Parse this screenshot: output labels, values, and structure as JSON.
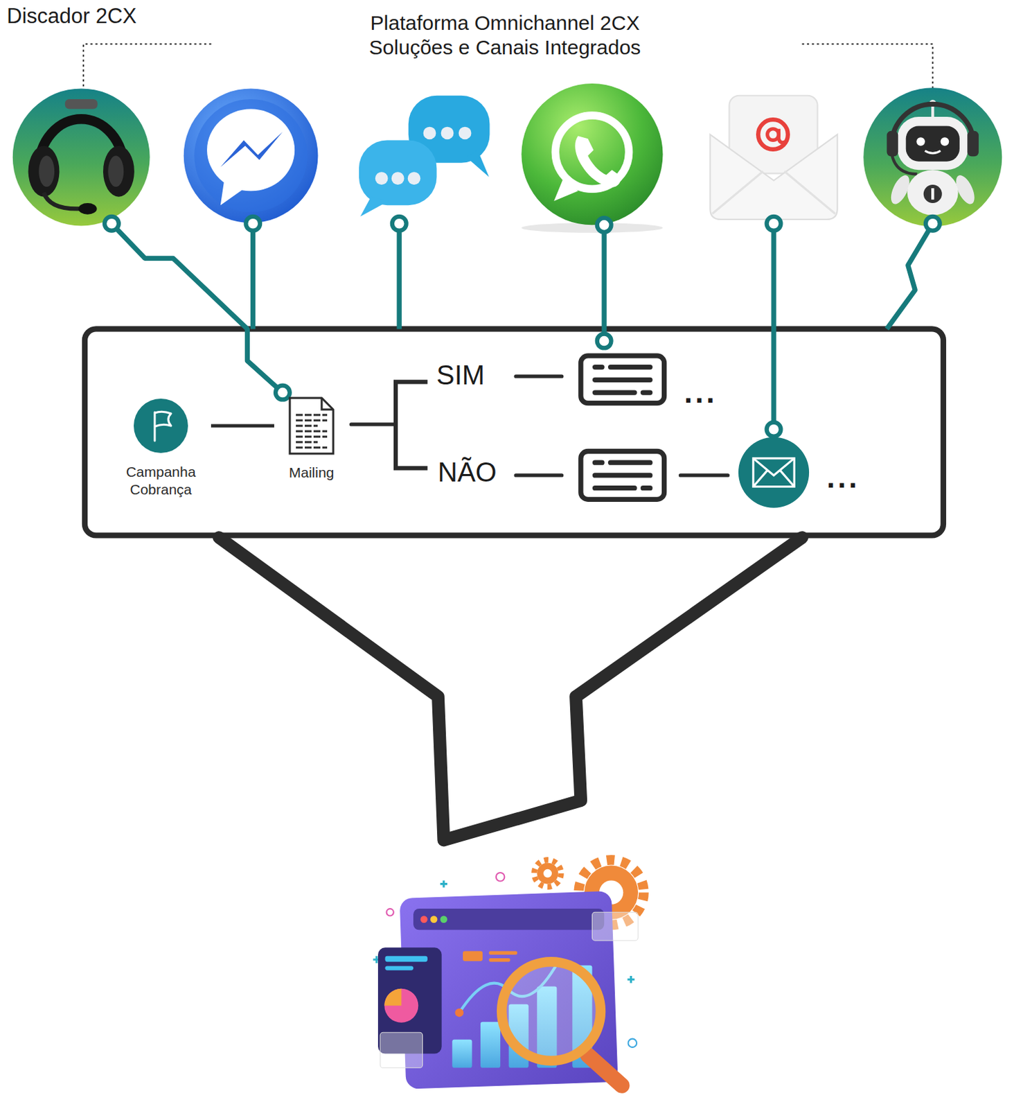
{
  "diagram": {
    "title": "Plataforma Omnichannel 2CX Soluções e Canais Integrados",
    "nodes": [
      {
        "text": [
          "Campanha Cobrança"
        ]
      },
      {
        "text": [
          "Mailing"
        ]
      }
    ],
    "edges": [
      {
        "from": 0,
        "to": 1,
        "arrow": "none"
      }
    ],
    "labels": [
      "Discador 2CX",
      "SIM",
      "NÃO",
      "...",
      "..."
    ]
  }
}
